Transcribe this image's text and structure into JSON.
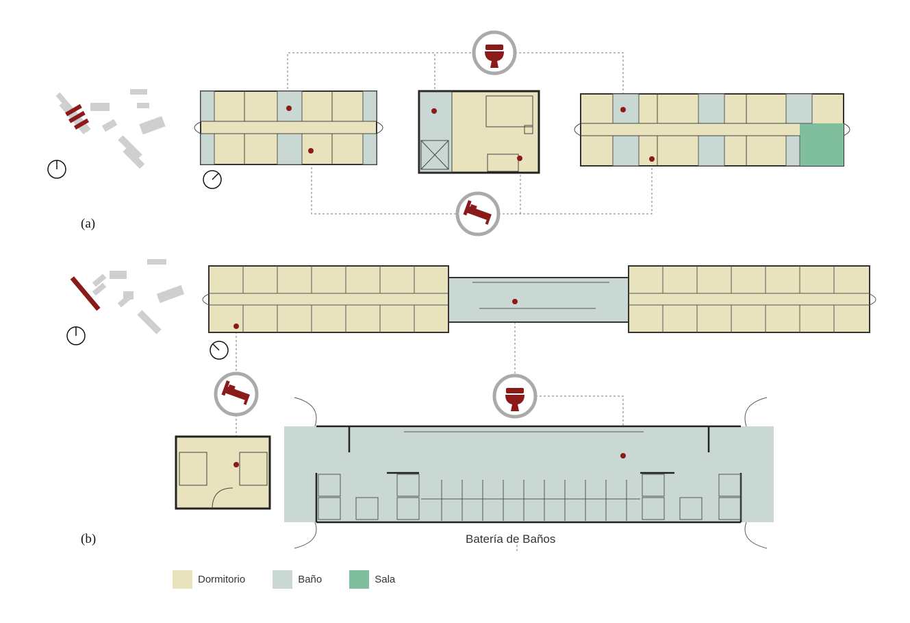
{
  "labels": {
    "a": "(a)",
    "b": "(b)",
    "bath_battery_title": "Batería de Baños"
  },
  "legend": [
    {
      "label": "Dormitorio",
      "color": "#e8e2bd"
    },
    {
      "label": "Baño",
      "color": "#c9d8d3"
    },
    {
      "label": "Sala",
      "color": "#7fbf9d"
    }
  ],
  "colors": {
    "marker": "#8b1a1a",
    "wall": "#222222",
    "site_block": "#cfcfcf"
  },
  "icons": [
    "toilet-icon",
    "bed-icon",
    "north-arrow-icon",
    "compass-icon"
  ]
}
